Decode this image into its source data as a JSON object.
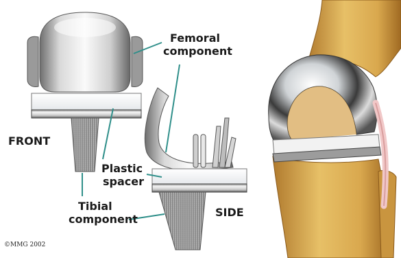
{
  "labels": {
    "femoral_line1": "Femoral",
    "femoral_line2": "component",
    "front": "FRONT",
    "plastic_line1": "Plastic",
    "plastic_line2": "spacer",
    "tibial_line1": "Tibial",
    "tibial_line2": "component",
    "side": "SIDE",
    "copyright": "©MMG 2002"
  },
  "colors": {
    "metal_light": "#f4f4f4",
    "metal_dark": "#6c6c6c",
    "pointer_teal": "#2f8f8a",
    "bone": "#d8a94f",
    "bone_dark": "#9a6a25"
  }
}
